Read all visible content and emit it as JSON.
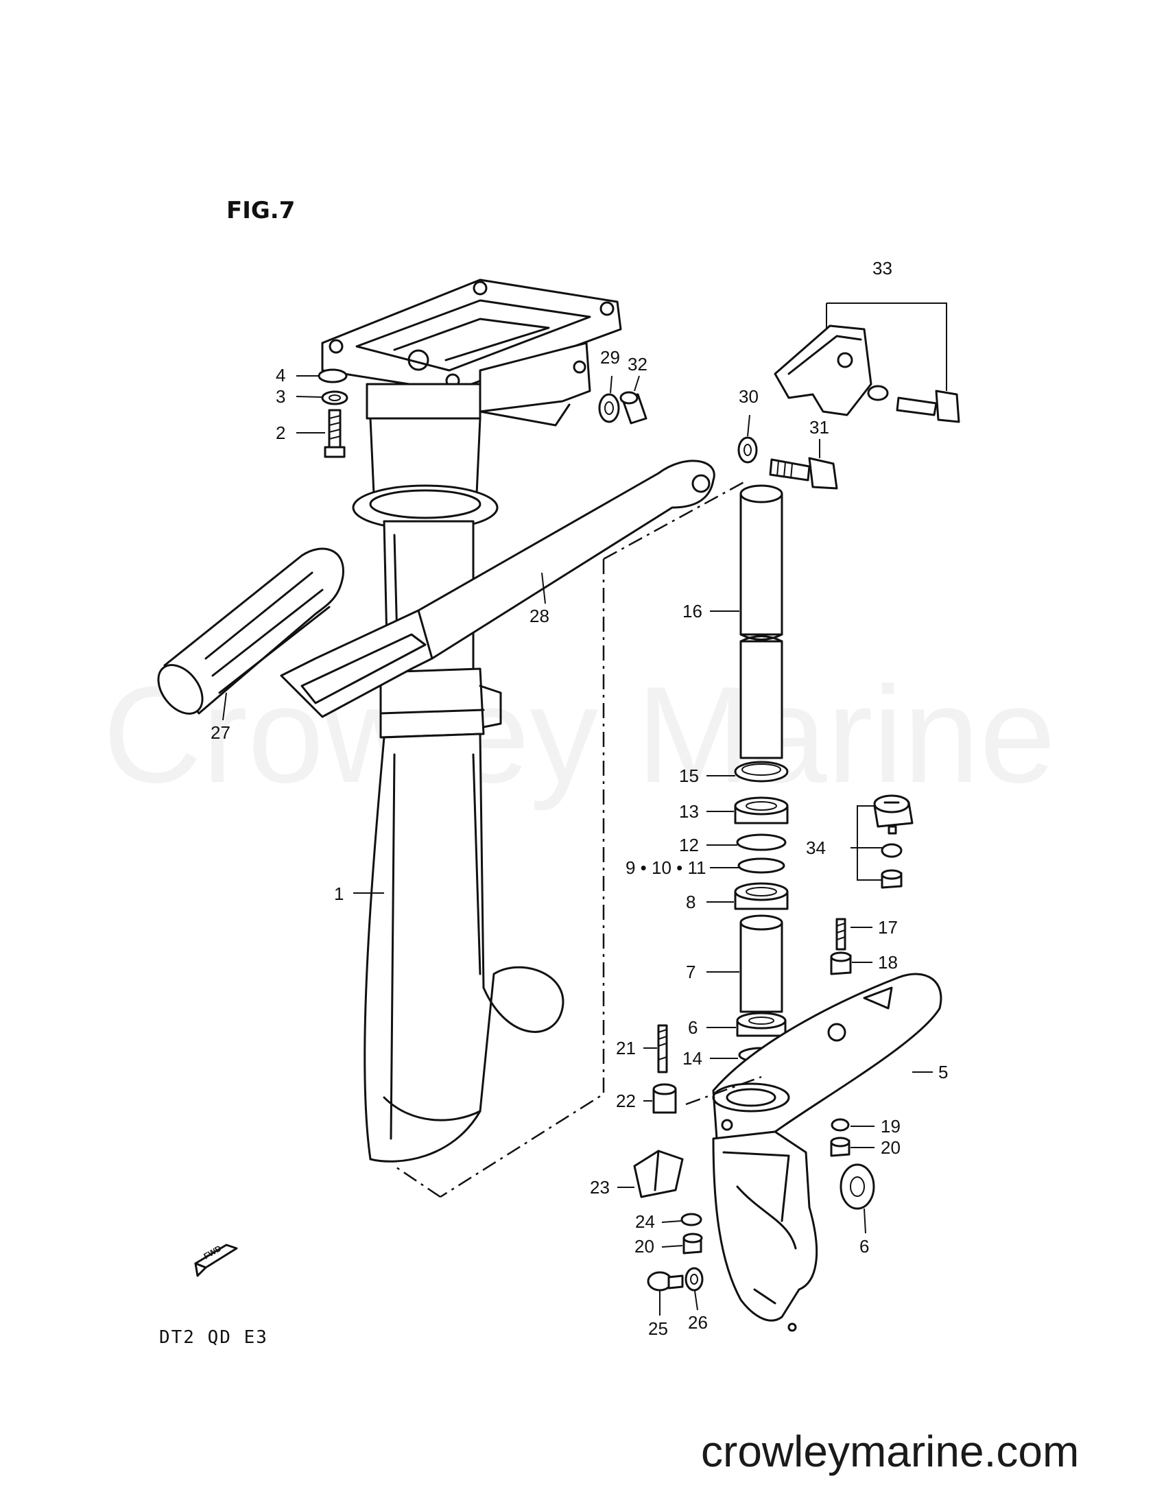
{
  "figure": {
    "title": "FIG.7",
    "model_code": "DT2  QD  E3",
    "watermark": "Crowley Marine",
    "footer_url": "crowleymarine.com",
    "fwd_marker": "FWD"
  },
  "callouts": [
    {
      "id": "1",
      "label": "1"
    },
    {
      "id": "2",
      "label": "2"
    },
    {
      "id": "3",
      "label": "3"
    },
    {
      "id": "4",
      "label": "4"
    },
    {
      "id": "5",
      "label": "5"
    },
    {
      "id": "6a",
      "label": "6"
    },
    {
      "id": "6b",
      "label": "6"
    },
    {
      "id": "7",
      "label": "7"
    },
    {
      "id": "8",
      "label": "8"
    },
    {
      "id": "9-10-11",
      "label": "9 • 10 • 11"
    },
    {
      "id": "12",
      "label": "12"
    },
    {
      "id": "13",
      "label": "13"
    },
    {
      "id": "14",
      "label": "14"
    },
    {
      "id": "15",
      "label": "15"
    },
    {
      "id": "16",
      "label": "16"
    },
    {
      "id": "17",
      "label": "17"
    },
    {
      "id": "18",
      "label": "18"
    },
    {
      "id": "19",
      "label": "19"
    },
    {
      "id": "20a",
      "label": "20"
    },
    {
      "id": "20b",
      "label": "20"
    },
    {
      "id": "21",
      "label": "21"
    },
    {
      "id": "22",
      "label": "22"
    },
    {
      "id": "23",
      "label": "23"
    },
    {
      "id": "24",
      "label": "24"
    },
    {
      "id": "25",
      "label": "25"
    },
    {
      "id": "26",
      "label": "26"
    },
    {
      "id": "27",
      "label": "27"
    },
    {
      "id": "28",
      "label": "28"
    },
    {
      "id": "29",
      "label": "29"
    },
    {
      "id": "30",
      "label": "30"
    },
    {
      "id": "31",
      "label": "31"
    },
    {
      "id": "32",
      "label": "32"
    },
    {
      "id": "33",
      "label": "33"
    },
    {
      "id": "34",
      "label": "34"
    }
  ]
}
